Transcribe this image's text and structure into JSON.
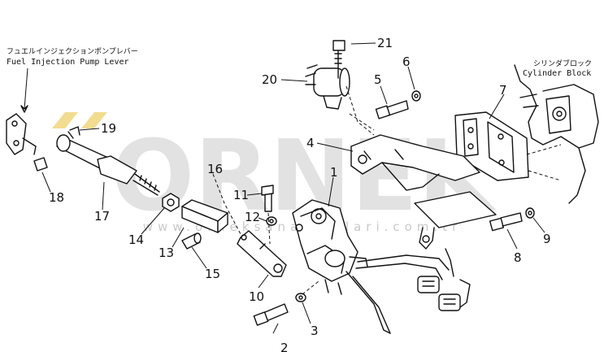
{
  "watermark": {
    "brand": "ORNEK",
    "site": "www.orneksanatinalari.com.tr",
    "brand_color": "#d9d9d9",
    "accent_color": "#f2dc8f"
  },
  "callouts": {
    "fuel_pump_lever": {
      "jp": "フュエルインジェクションポンプレバー",
      "en": "Fuel Injection Pump Lever"
    },
    "cylinder_block": {
      "jp": "シリンダブロック",
      "en": "Cylinder Block"
    }
  },
  "parts": [
    {
      "num": "1"
    },
    {
      "num": "2"
    },
    {
      "num": "3"
    },
    {
      "num": "4"
    },
    {
      "num": "5"
    },
    {
      "num": "6"
    },
    {
      "num": "7"
    },
    {
      "num": "8"
    },
    {
      "num": "9"
    },
    {
      "num": "10"
    },
    {
      "num": "11"
    },
    {
      "num": "12"
    },
    {
      "num": "13"
    },
    {
      "num": "14"
    },
    {
      "num": "15"
    },
    {
      "num": "16"
    },
    {
      "num": "17"
    },
    {
      "num": "18"
    },
    {
      "num": "19"
    },
    {
      "num": "20"
    },
    {
      "num": "21"
    }
  ]
}
